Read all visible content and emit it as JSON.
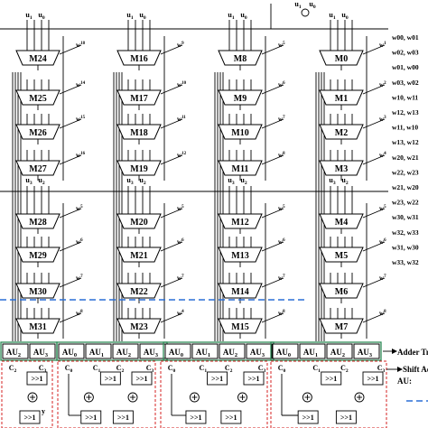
{
  "multiplexers": [
    {
      "id": "M24",
      "w": "w18"
    },
    {
      "id": "M25",
      "w": "w14"
    },
    {
      "id": "M26",
      "w": "w15"
    },
    {
      "id": "M27",
      "w": "w16"
    },
    {
      "id": "M16",
      "w": "w9"
    },
    {
      "id": "M17",
      "w": "w10"
    },
    {
      "id": "M18",
      "w": "w11"
    },
    {
      "id": "M19",
      "w": "w12"
    },
    {
      "id": "M8",
      "w": "w5"
    },
    {
      "id": "M9",
      "w": "w6"
    },
    {
      "id": "M10",
      "w": "w7"
    },
    {
      "id": "M11",
      "w": "w8"
    },
    {
      "id": "M0",
      "w": "w1"
    },
    {
      "id": "M1",
      "w": "w2"
    },
    {
      "id": "M2",
      "w": "w3"
    },
    {
      "id": "M3",
      "w": "w4"
    },
    {
      "id": "M28",
      "w": "w5"
    },
    {
      "id": "M29",
      "w": "w6"
    },
    {
      "id": "M30",
      "w": "w7"
    },
    {
      "id": "M31",
      "w": "w8"
    },
    {
      "id": "M20",
      "w": "w5"
    },
    {
      "id": "M21",
      "w": "w6"
    },
    {
      "id": "M22",
      "w": "w7"
    },
    {
      "id": "M23",
      "w": "w4"
    },
    {
      "id": "M12",
      "w": "w5"
    },
    {
      "id": "M13",
      "w": "w6"
    },
    {
      "id": "M14",
      "w": "w7"
    },
    {
      "id": "M15",
      "w": "w8"
    },
    {
      "id": "M4",
      "w": "w5"
    },
    {
      "id": "M5",
      "w": "w6"
    },
    {
      "id": "M6",
      "w": "w7"
    },
    {
      "id": "M7",
      "w": "w8"
    }
  ],
  "inputs": {
    "u1": "u1",
    "u0": "u0",
    "u3": "u3",
    "u2": "u2"
  },
  "au_labels": [
    "AU0",
    "AU1",
    "AU2",
    "AU3"
  ],
  "au_rows": [
    [
      "AU2",
      "AU3"
    ],
    [
      "AU0",
      "AU1",
      "AU2",
      "AU3"
    ],
    [
      "AU0",
      "AU1",
      "AU2",
      "AU3"
    ],
    [
      "AU0",
      "AU1",
      "AU2",
      "AU3"
    ]
  ],
  "shift_labels": {
    "c0": "C0",
    "c1": "C1",
    "c2": "C2",
    "c3": "C3",
    "shift": ">>1",
    "y": "y"
  },
  "legend": {
    "weights": [
      "w00, w01",
      "w02, w03",
      "w01, w00",
      "w03, w02",
      "w10, w11",
      "w12, w13",
      "w11, w10",
      "w13, w12",
      "w20, w21",
      "w22, w23",
      "w21, w20",
      "w23, w22",
      "w30, w31",
      "w32, w33",
      "w31, w30",
      "w33, w32"
    ],
    "adder_tree": "Adder Tree",
    "shift_add": "Shift Add",
    "au": "AU:"
  }
}
